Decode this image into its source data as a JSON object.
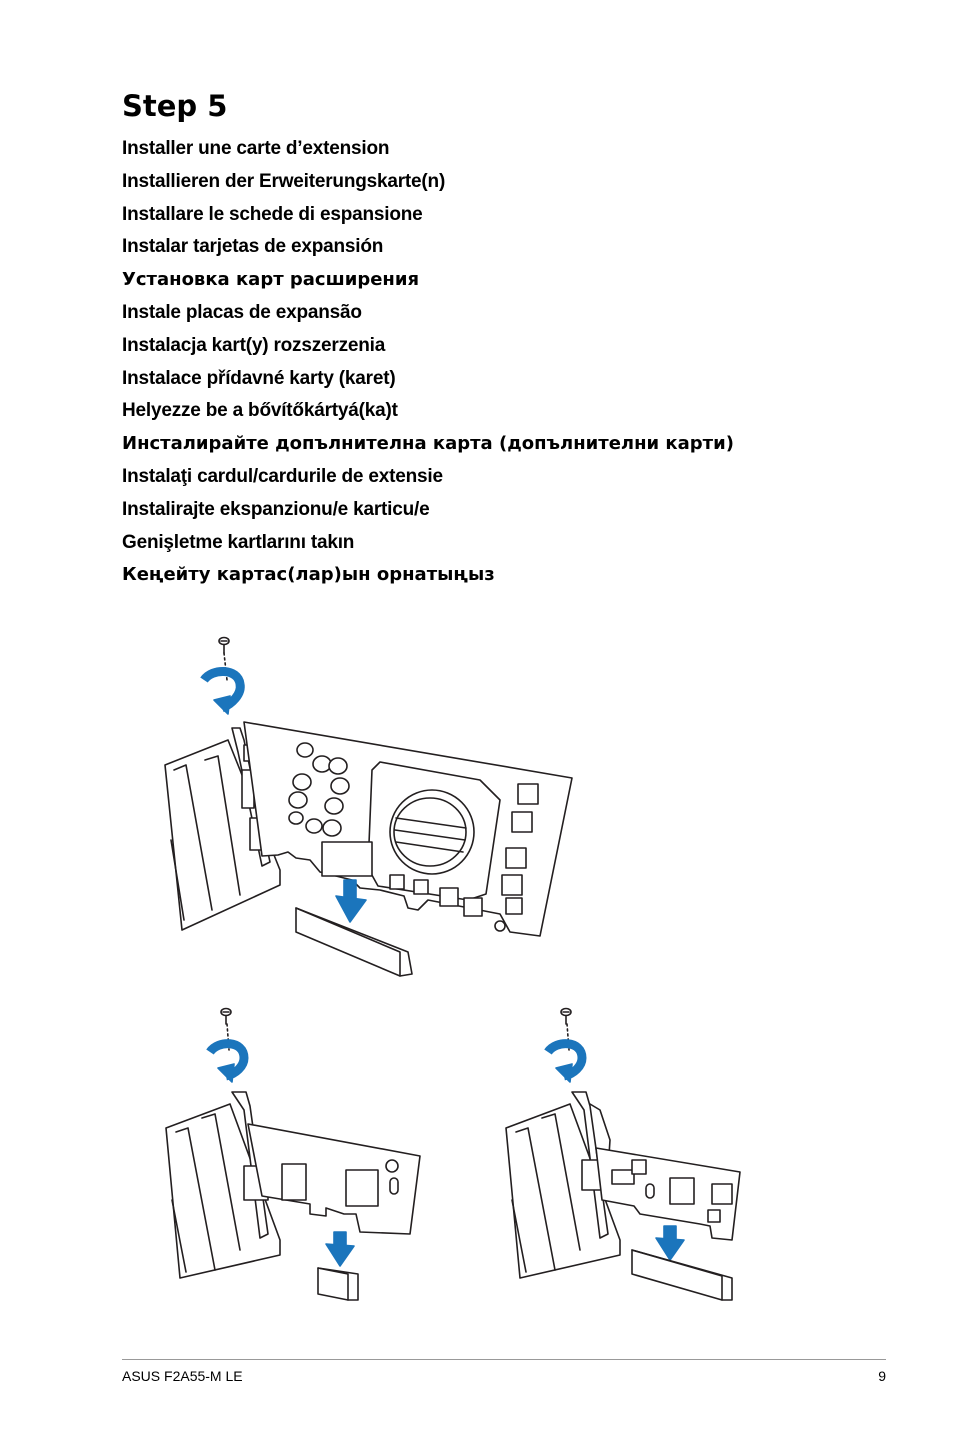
{
  "page": {
    "title": "Step 5",
    "lines": [
      "Installer une carte d’extension",
      "Installieren der Erweiterungskarte(n)",
      "Installare le schede di espansione",
      "Instalar tarjetas de expansión",
      "Установка карт расширения",
      "Instale placas de expansão",
      "Instalacja kart(y) rozszerzenia",
      "Instalace přídavné karty (karet)",
      "Helyezze be a bővítőkártyá(ka)t",
      "Инсталирайте допълнителна карта (допълнителни карти)",
      "Instalaţi cardul/cardurile de extensie",
      "Instalirajte ekspanzionu/e karticu/e",
      "Genişletme kartlarını takın",
      "Кеңейту картас(лар)ын орнатыңыз"
    ]
  },
  "colors": {
    "arrow_blue": "#1b75bc",
    "line": "#231f20",
    "rule": "#999999"
  },
  "illustrations": [
    {
      "name": "large-graphics-card-installation"
    },
    {
      "name": "small-x1-card-installation"
    },
    {
      "name": "low-profile-card-installation"
    }
  ],
  "footer": {
    "product": "ASUS F2A55-M LE",
    "page_number": "9"
  }
}
